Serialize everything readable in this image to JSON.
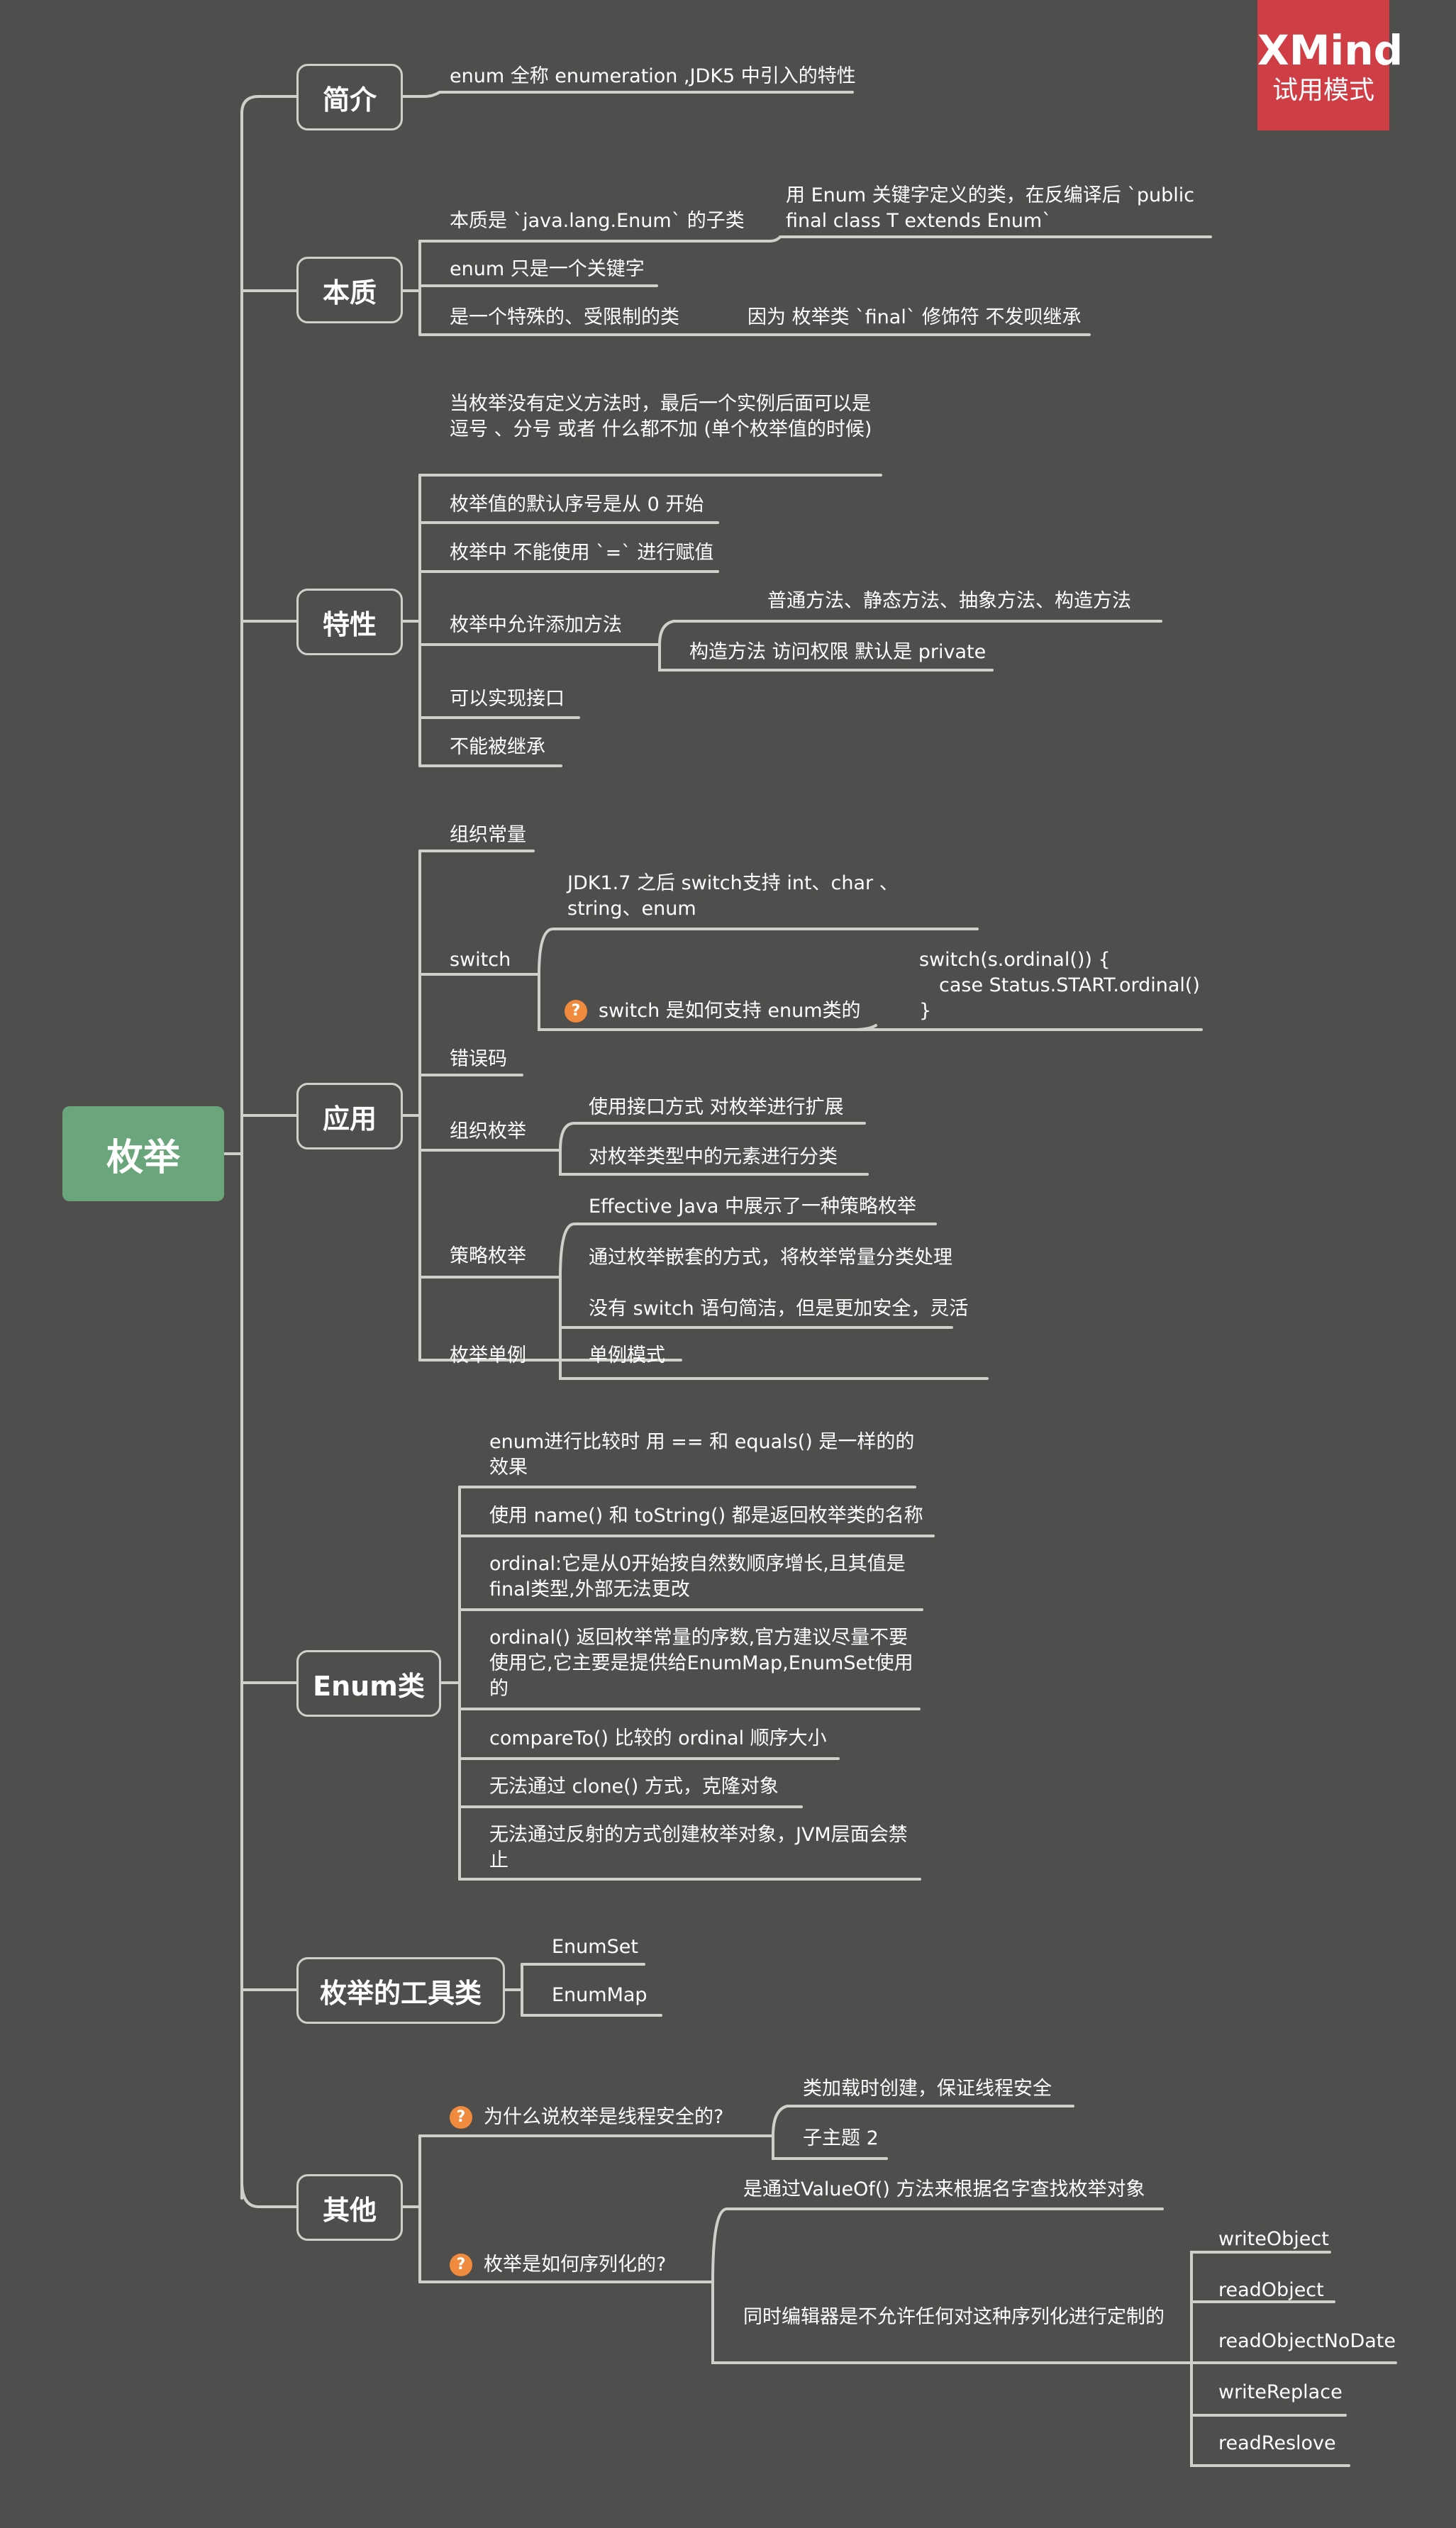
{
  "badge": {
    "brand": "XMind",
    "mode": "试用模式"
  },
  "root": "枚举",
  "categories": {
    "intro": "简介",
    "essence": "本质",
    "features": "特性",
    "apply": "应用",
    "enumclass": "Enum类",
    "tools": "枚举的工具类",
    "other": "其他"
  },
  "intro": {
    "desc": "enum 全称 enumeration ,JDK5 中引入的特性"
  },
  "essence": {
    "subclass": "本质是 `java.lang.Enum` 的子类",
    "subclass_note": "用 Enum 关键字定义的类，在反编译后 `public final class T extends Enum`",
    "keyword": "enum 只是一个关键字",
    "restricted": "是一个特殊的、受限制的类",
    "restricted_note": "因为 枚举类 `final` 修饰符 不发呗继承"
  },
  "features": {
    "comma": "当枚举没有定义方法时，最后一个实例后面可以是 逗号 、分号 或者  什么都不加  (单个枚举值的时候)",
    "ordinal": "枚举值的默认序号是从 0 开始",
    "assign": "枚举中 不能使用 `=` 进行赋值",
    "methods": "枚举中允许添加方法",
    "methods_kinds": "普通方法、静态方法、抽象方法、构造方法",
    "ctor_access": "构造方法 访问权限 默认是 private",
    "iface": "可以实现接口",
    "noinherit": "不能被继承"
  },
  "apply": {
    "const": "组织常量",
    "switch": "switch",
    "switch_jdk": "JDK1.7 之后  switch支持 int、char 、string、enum",
    "switch_how": "switch 是如何支持 enum类的",
    "switch_code1": "switch(s.ordinal()) {",
    "switch_code2": "case Status.START.ordinal()",
    "switch_code3": "}",
    "errcode": "错误码",
    "org": "组织枚举",
    "org_iface": "使用接口方式 对枚举进行扩展",
    "org_classify": "对枚举类型中的元素进行分类",
    "strategy": "策略枚举",
    "strat1": "Effective Java 中展示了一种策略枚举",
    "strat2": "通过枚举嵌套的方式，将枚举常量分类处理",
    "strat3": "没有 switch 语句简洁，但是更加安全，灵活",
    "singleton": "枚举单例",
    "singleton_mode": "单例模式"
  },
  "enumclass": {
    "e1": "enum进行比较时 用 == 和 equals()  是一样的的效果",
    "e2": "使用 name() 和 toString() 都是返回枚举类的名称",
    "e3": "ordinal:它是从0开始按自然数顺序增长,且其值是final类型,外部无法更改",
    "e4": "ordinal()  返回枚举常量的序数,官方建议尽量不要使用它,它主要是提供给EnumMap,EnumSet使用的",
    "e5": "compareTo()  比较的 ordinal 顺序大小",
    "e6": "无法通过 clone() 方式，克隆对象",
    "e7": "无法通过反射的方式创建枚举对象，JVM层面会禁止"
  },
  "tools": {
    "t1": "EnumSet",
    "t2": "EnumMap"
  },
  "other": {
    "q_icon": "?",
    "thread": "为什么说枚举是线程安全的?",
    "thread1": "类加载时创建，保证线程安全",
    "thread2": "子主题 2",
    "serial": "枚举是如何序列化的?",
    "serial1": "是通过ValueOf() 方法来根据名字查找枚举对象",
    "serial2": "同时编辑器是不允许任何对这种序列化进行定制的",
    "m1": "writeObject",
    "m2": "readObject",
    "m3": "readObjectNoDate",
    "m4": "writeReplace",
    "m5": "readReslove"
  },
  "colors": {
    "background": "#4e4f4d",
    "line": "#cfd0cc",
    "root": "#6aa57b",
    "badge": "#cf3d45",
    "question": "#f08a3c"
  }
}
